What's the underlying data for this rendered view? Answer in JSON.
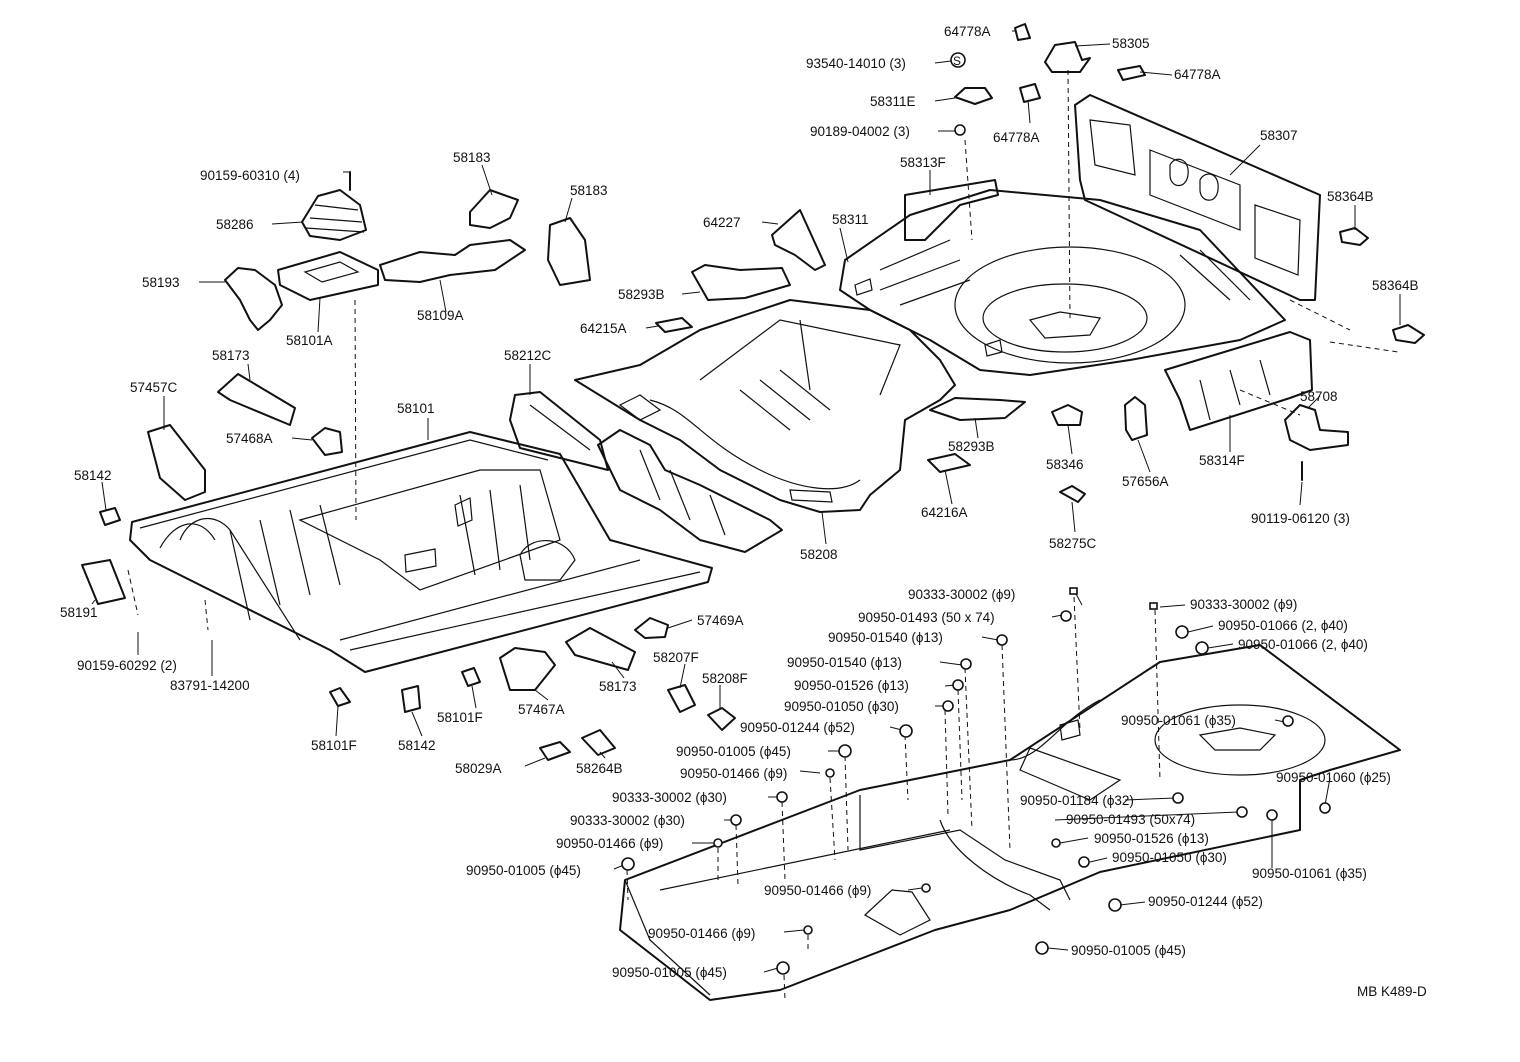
{
  "diagram_code": "MB K489-D",
  "labels": [
    {
      "id": "L1",
      "text": "64778A"
    },
    {
      "id": "L2",
      "text": "58305"
    },
    {
      "id": "L3",
      "text": "93540-14010 (3)"
    },
    {
      "id": "L4",
      "text": "S"
    },
    {
      "id": "L5",
      "text": "64778A"
    },
    {
      "id": "L6",
      "text": "58311E"
    },
    {
      "id": "L7",
      "text": "90189-04002 (3)"
    },
    {
      "id": "L8",
      "text": "64778A"
    },
    {
      "id": "L9",
      "text": "58307"
    },
    {
      "id": "L10",
      "text": "58313F"
    },
    {
      "id": "L11",
      "text": "58364B"
    },
    {
      "id": "L12",
      "text": "58364B"
    },
    {
      "id": "L13",
      "text": "58183"
    },
    {
      "id": "L14",
      "text": "90159-60310 (4)"
    },
    {
      "id": "L15",
      "text": "58183"
    },
    {
      "id": "L16",
      "text": "64227"
    },
    {
      "id": "L17",
      "text": "58311"
    },
    {
      "id": "L18",
      "text": "58286"
    },
    {
      "id": "L19",
      "text": "58193"
    },
    {
      "id": "L20",
      "text": "58293B"
    },
    {
      "id": "L21",
      "text": "58101A"
    },
    {
      "id": "L22",
      "text": "58109A"
    },
    {
      "id": "L23",
      "text": "64215A"
    },
    {
      "id": "L24",
      "text": "58173"
    },
    {
      "id": "L25",
      "text": "58212C"
    },
    {
      "id": "L26",
      "text": "57457C"
    },
    {
      "id": "L27",
      "text": "58101"
    },
    {
      "id": "L28",
      "text": "57468A"
    },
    {
      "id": "L29",
      "text": "58708"
    },
    {
      "id": "L30",
      "text": "58293B"
    },
    {
      "id": "L31",
      "text": "58346"
    },
    {
      "id": "L32",
      "text": "57656A"
    },
    {
      "id": "L33",
      "text": "58314F"
    },
    {
      "id": "L34",
      "text": "58142"
    },
    {
      "id": "L35",
      "text": "64216A"
    },
    {
      "id": "L36",
      "text": "90119-06120 (3)"
    },
    {
      "id": "L37",
      "text": "58275C"
    },
    {
      "id": "L38",
      "text": "58208"
    },
    {
      "id": "L39",
      "text": "58191"
    },
    {
      "id": "L40",
      "text": "90159-60292 (2)"
    },
    {
      "id": "L41",
      "text": "83791-14200"
    },
    {
      "id": "L42",
      "text": "57469A"
    },
    {
      "id": "L43",
      "text": "58207F"
    },
    {
      "id": "L44",
      "text": "58208F"
    },
    {
      "id": "L45",
      "text": "58173"
    },
    {
      "id": "L46",
      "text": "58101F"
    },
    {
      "id": "L47",
      "text": "57467A"
    },
    {
      "id": "L48",
      "text": "58101F"
    },
    {
      "id": "L49",
      "text": "58142"
    },
    {
      "id": "L50",
      "text": "58029A"
    },
    {
      "id": "L51",
      "text": "58264B"
    },
    {
      "id": "L52",
      "text": "90333-30002 (ϕ9)"
    },
    {
      "id": "L53",
      "text": "90333-30002 (ϕ9)"
    },
    {
      "id": "L54",
      "text": "90950-01493 (50 x 74)"
    },
    {
      "id": "L55",
      "text": "90950-01066 (2, ϕ40)"
    },
    {
      "id": "L56",
      "text": "90950-01540 (ϕ13)"
    },
    {
      "id": "L57",
      "text": "90950-01066 (2, ϕ40)"
    },
    {
      "id": "L58",
      "text": "90950-01540 (ϕ13)"
    },
    {
      "id": "L59",
      "text": "90950-01526 (ϕ13)"
    },
    {
      "id": "L60",
      "text": "90950-01050 (ϕ30)"
    },
    {
      "id": "L61",
      "text": "90950-01244 (ϕ52)"
    },
    {
      "id": "L62",
      "text": "90950-01061 (ϕ35)"
    },
    {
      "id": "L63",
      "text": "90950-01005 (ϕ45)"
    },
    {
      "id": "L64",
      "text": "90950-01466 (ϕ9)"
    },
    {
      "id": "L65",
      "text": "90950-01060 (ϕ25)"
    },
    {
      "id": "L66",
      "text": "90333-30002 (ϕ30)"
    },
    {
      "id": "L67",
      "text": "90950-01184 (ϕ32)"
    },
    {
      "id": "L68",
      "text": "90333-30002 (ϕ30)"
    },
    {
      "id": "L69",
      "text": "90950-01493 (50x74)"
    },
    {
      "id": "L70",
      "text": "90950-01466 (ϕ9)"
    },
    {
      "id": "L71",
      "text": "90950-01526 (ϕ13)"
    },
    {
      "id": "L72",
      "text": "90950-01005 (ϕ45)"
    },
    {
      "id": "L73",
      "text": "90950-01050 (ϕ30)"
    },
    {
      "id": "L74",
      "text": "90950-01061 (ϕ35)"
    },
    {
      "id": "L75",
      "text": "90950-01466 (ϕ9)"
    },
    {
      "id": "L76",
      "text": "90950-01244 (ϕ52)"
    },
    {
      "id": "L77",
      "text": "90950-01466 (ϕ9)"
    },
    {
      "id": "L78",
      "text": "90950-01005 (ϕ45)"
    },
    {
      "id": "L79",
      "text": "90950-01005 (ϕ45)"
    }
  ]
}
